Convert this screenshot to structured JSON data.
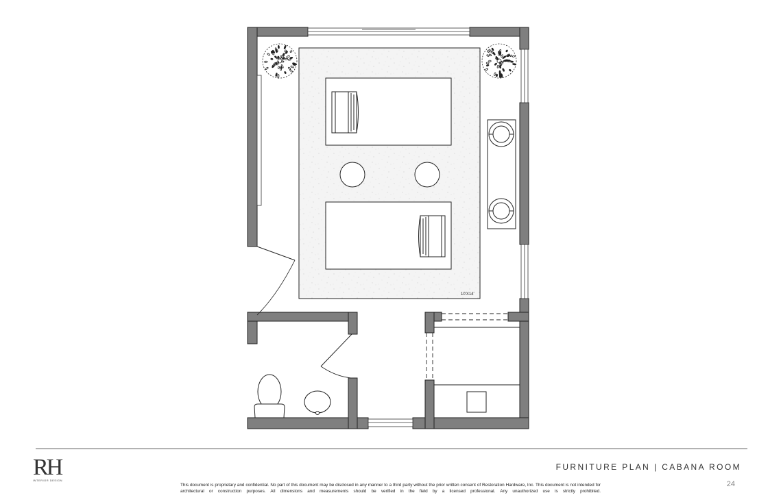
{
  "plan": {
    "rug_label": "10'X14'"
  },
  "footer": {
    "logo_mark": "RH",
    "logo_sub": "INTERIOR DESIGN",
    "title": "FURNITURE PLAN | CABANA ROOM",
    "disclaimer": "This document is proprietary and confidential. No part of this document may be disclosed in any manner to a third party without the prior written consent of Restoration Hardware, Inc. This document is not intended for architectural or construction purposes. All dimensions and measurements should be verified in the field by a licensed professional. Any unauthorized use is strictly prohibited.",
    "page_number": "24"
  },
  "colors": {
    "wall": "#7f7f7f",
    "line": "#222222",
    "rug": "#f3f3f3"
  }
}
